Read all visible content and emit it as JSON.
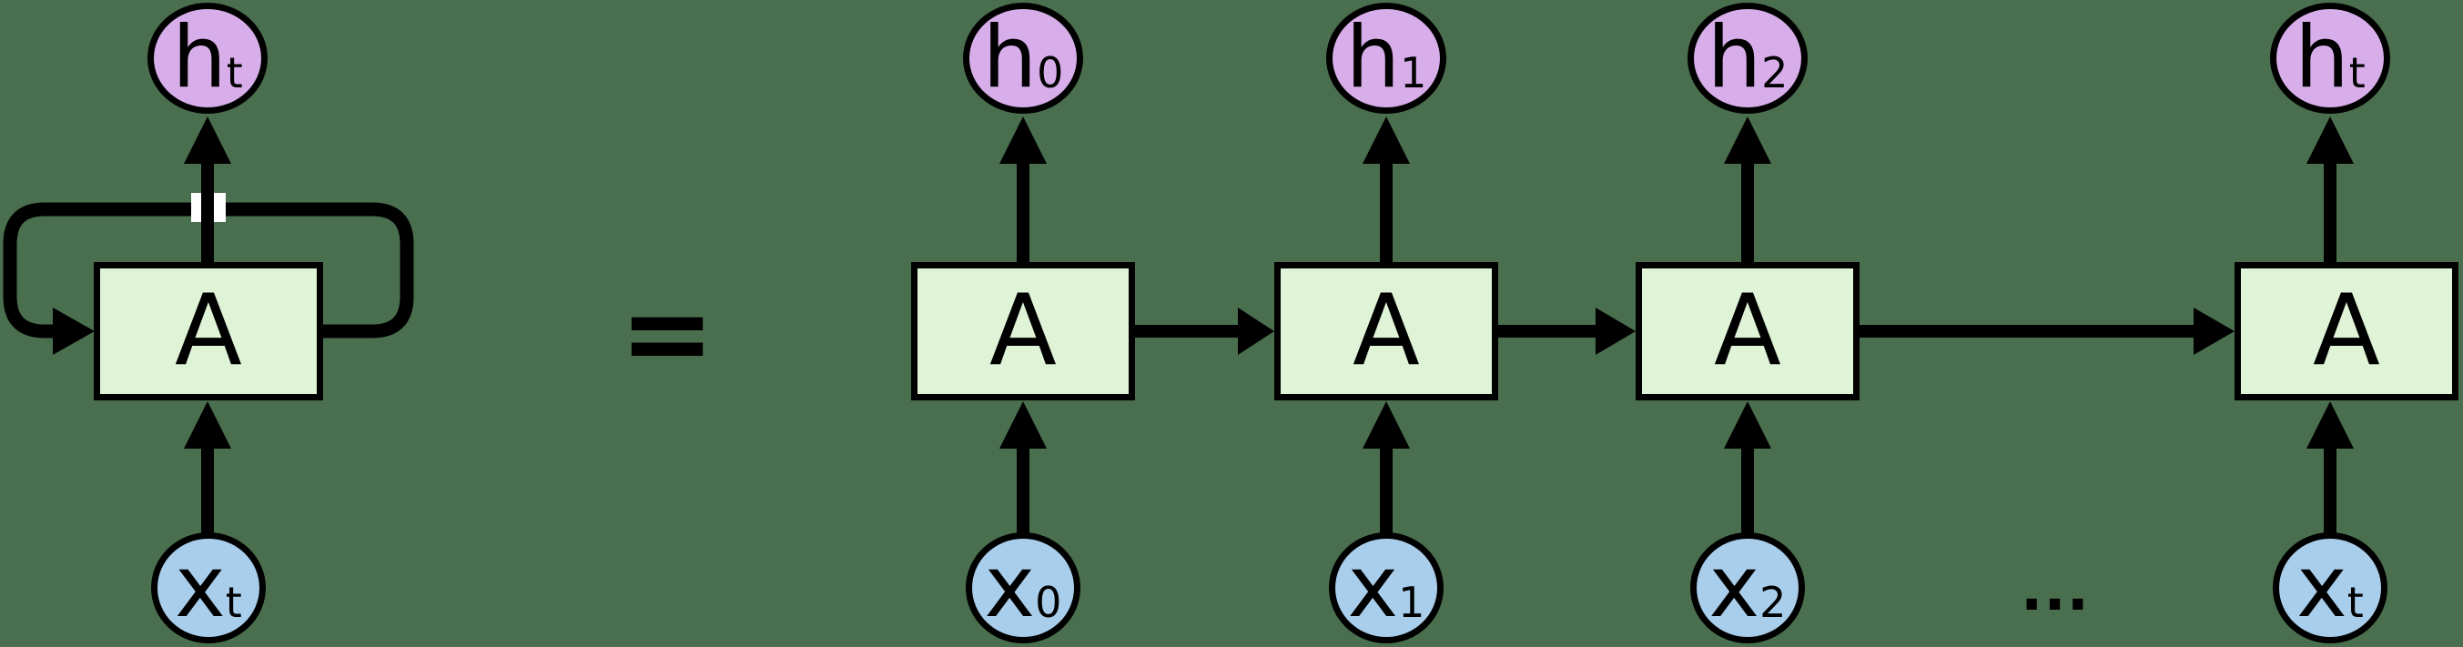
{
  "colors": {
    "bg": "#4A6F4E",
    "cell": "#DFF4D7",
    "hidden": "#D8AEEA",
    "input": "#A9CEEC",
    "line": "#000000",
    "gap": "#FFFFFF"
  },
  "rolled_diagram": {
    "cell_label": "A",
    "output_node": {
      "base": "h",
      "sub": "t"
    },
    "input_node": {
      "base": "x",
      "sub": "t"
    }
  },
  "equals": "=",
  "unrolled_diagram": {
    "ellipsis": "...",
    "cells": [
      {
        "cell_label": "A",
        "output": {
          "base": "h",
          "sub": "0"
        },
        "input": {
          "base": "x",
          "sub": "0"
        }
      },
      {
        "cell_label": "A",
        "output": {
          "base": "h",
          "sub": "1"
        },
        "input": {
          "base": "x",
          "sub": "1"
        }
      },
      {
        "cell_label": "A",
        "output": {
          "base": "h",
          "sub": "2"
        },
        "input": {
          "base": "x",
          "sub": "2"
        }
      },
      {
        "cell_label": "A",
        "output": {
          "base": "h",
          "sub": "t"
        },
        "input": {
          "base": "x",
          "sub": "t"
        }
      }
    ]
  }
}
